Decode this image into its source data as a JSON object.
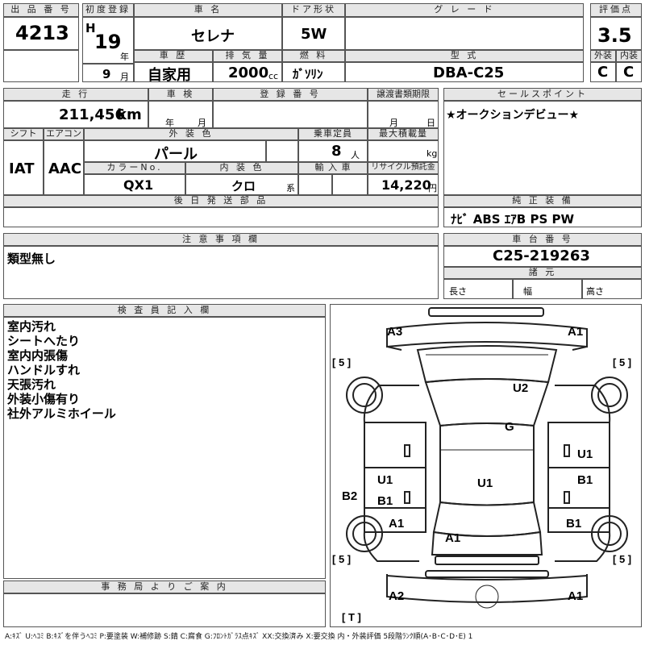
{
  "h": {
    "lot_no": "出 品 番 号",
    "first_reg": "初度登録",
    "car_name": "車 名",
    "door": "ドア形状",
    "grade": "グ レ ー ド",
    "score": "評価点",
    "history": "車 歴",
    "displacement": "排 気 量",
    "fuel": "燃 料",
    "model": "型 式",
    "exterior": "外装",
    "interior": "内装",
    "mileage": "走 行",
    "inspection": "車 検",
    "reg_no": "登 録 番 号",
    "transfer": "譲渡書類期限",
    "sales_point": "セールスポイント",
    "shift": "シフト",
    "aircon": "エアコン",
    "ext_color": "外 装 色",
    "capacity": "乗車定員",
    "max_load": "最大積載量",
    "color_no": "カラーNo.",
    "int_color": "内 装 色",
    "import": "輸 入 車",
    "recycle": "リサイクル預託金",
    "later_parts": "後 日 発 送 部 品",
    "genuine": "純 正 装 備",
    "notice": "注 意 事 項 欄",
    "chassis": "車 台 番 号",
    "spec": "諸 元",
    "inspector": "検 査 員 記 入 欄",
    "office": "事 務 局 よ り ご 案 内"
  },
  "v": {
    "lot_no": "4213",
    "era": "H",
    "year": "19",
    "year_unit": "年",
    "car_name": "セレナ",
    "door": "5W",
    "grade": "",
    "score": "3.5",
    "month": "9",
    "month_unit": "月",
    "history": "自家用",
    "displacement": "2000",
    "displacement_unit": "cc",
    "fuel": "ｶﾞｿﾘﾝ",
    "model": "DBA-C25",
    "exterior": "C",
    "interior": "C",
    "mileage": "211,456",
    "mileage_unit": "km",
    "insp_year_unit": "年",
    "insp_month_unit": "月",
    "transfer_month": "月",
    "transfer_day": "日",
    "sales_point": "★オークションデビュー★",
    "shift": "IAT",
    "aircon": "AAC",
    "ext_color": "パール",
    "capacity": "8",
    "capacity_unit": "人",
    "max_load_unit": "kg",
    "color_no": "QX1",
    "int_color": "クロ",
    "int_unit": "系",
    "recycle": "14,220",
    "recycle_unit": "円",
    "genuine": "ﾅﾋﾞ  ABS  ｴｱB  PS  PW",
    "notice": "類型無し",
    "chassis": "C25-219263",
    "spec_length": "長さ",
    "spec_width": "幅",
    "spec_height": "高さ"
  },
  "inspector_notes": [
    "室内汚れ",
    "シートへたり",
    "室内内張傷",
    "ハンドルすれ",
    "天張汚れ",
    "外装小傷有り",
    "社外アルミホイール"
  ],
  "diagram_marks": {
    "A3": "A3",
    "A1_fr": "A1",
    "U2": "U2",
    "G": "G",
    "U1_right": "U1",
    "U1_left": "U1",
    "U1_roof": "U1",
    "B1_right": "B1",
    "B2": "B2",
    "B1_left": "B1",
    "A1_left": "A1",
    "A1_center": "A1",
    "B1_rr": "B1",
    "A2": "A2",
    "A1_rear": "A1",
    "tire_fl": "[ 5 ]",
    "tire_fr": "[ 5 ]",
    "tire_rl": "[ 5 ]",
    "tire_rr": "[ 5 ]",
    "spare": "[ T ]"
  },
  "legend": "A:ｷｽﾞ  U:ﾍｺﾐ  B:ｷｽﾞを伴うﾍｺﾐ  P:要塗装  W:補修跡  S:錆  C:腐食  G:ﾌﾛﾝﾄｶﾞﾗｽ点ｷｽﾞ  XX:交換済み  X:要交換   内・外装評価  5段階ﾗﾝｸ順(A･B･C･D･E) 1"
}
